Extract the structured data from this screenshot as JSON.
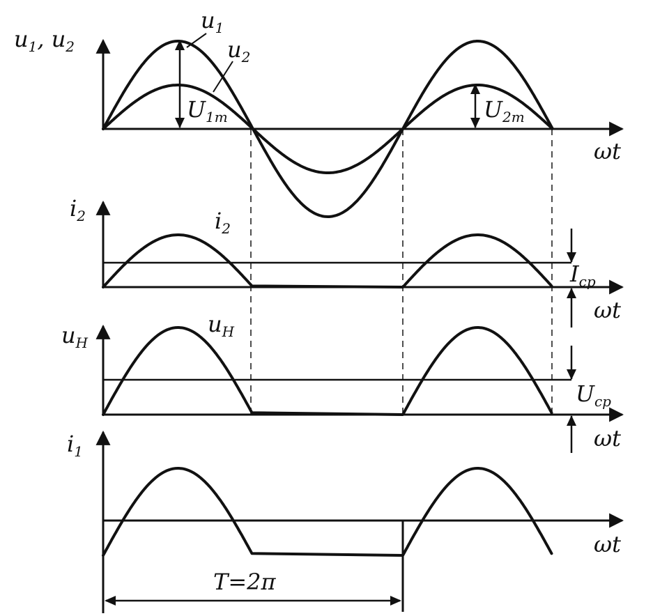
{
  "panel1": {
    "y_axis_label": "u",
    "y_axis_label_sub1": "1",
    "y_axis_label_mid": ", u",
    "y_axis_label_sub2": "2",
    "curve1_label": "u",
    "curve1_label_sub": "1",
    "curve2_label": "u",
    "curve2_label_sub": "2",
    "amp1_label": "U",
    "amp1_label_sub": "1m",
    "amp2_label": "U",
    "amp2_label_sub": "2m",
    "x_axis_label": "ωt"
  },
  "panel2": {
    "y_axis_label": "i",
    "y_axis_label_sub": "2",
    "curve_label": "i",
    "curve_label_sub": "2",
    "avg_label": "I",
    "avg_label_sub": "cp",
    "x_axis_label": "ωt"
  },
  "panel3": {
    "y_axis_label": "u",
    "y_axis_label_sub": "H",
    "curve_label": "u",
    "curve_label_sub": "H",
    "avg_label": "U",
    "avg_label_sub": "cp",
    "x_axis_label": "ωt"
  },
  "panel4": {
    "y_axis_label": "i",
    "y_axis_label_sub": "1",
    "x_axis_label": "ωt",
    "period_label": "T=2π"
  },
  "colors": {
    "ink": "#111111",
    "background": "#ffffff"
  }
}
